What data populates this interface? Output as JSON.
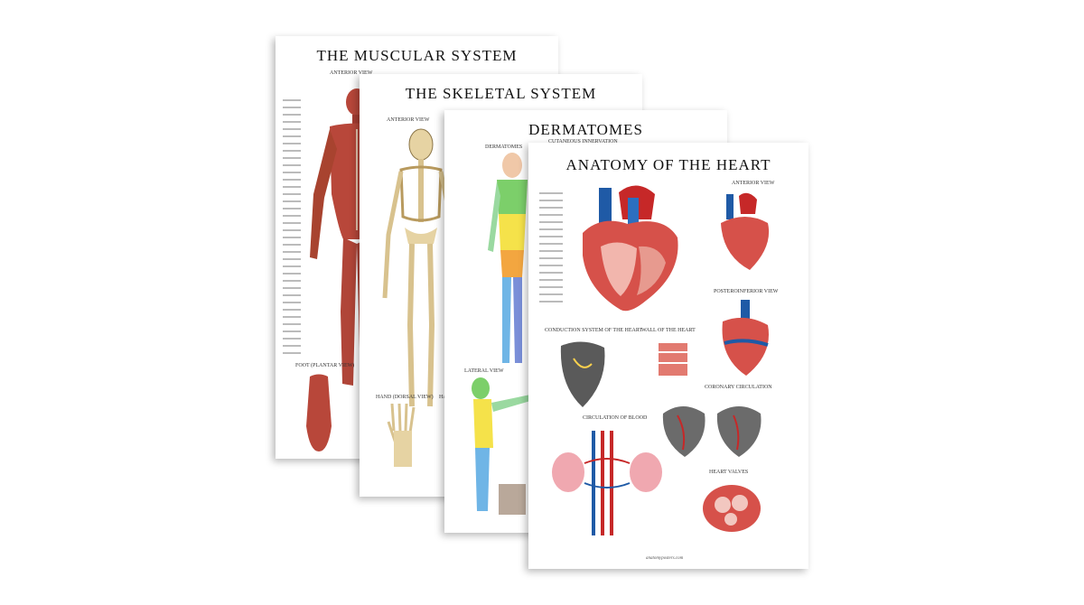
{
  "posters": [
    {
      "id": "muscular",
      "title": "THE MUSCULAR SYSTEM",
      "views": [
        "ANTERIOR VIEW",
        "FOOT (PLANTAR VIEW)"
      ]
    },
    {
      "id": "skeletal",
      "title": "THE SKELETAL SYSTEM",
      "views": [
        "ANTERIOR VIEW",
        "HAND (DORSAL VIEW)",
        "HA"
      ]
    },
    {
      "id": "dermatomes",
      "title": "DERMATOMES",
      "subtitle": "CUTANEOUS INNERVATION",
      "views": [
        "DERMATOMES",
        "LATERAL VIEW"
      ]
    },
    {
      "id": "heart",
      "title": "ANATOMY OF THE HEART",
      "views": [
        "ANTERIOR VIEW",
        "POSTEROINFERIOR VIEW",
        "CONDUCTION SYSTEM OF THE HEART",
        "WALL OF THE HEART",
        "CORONARY CIRCULATION",
        "CIRCULATION OF BLOOD",
        "HEART VALVES"
      ],
      "footer": "anatomyposters.com"
    }
  ],
  "colors": {
    "muscle": "#b8473a",
    "bone": "#e6d3a3",
    "artery": "#c62828",
    "vein": "#1f5aa6",
    "heart": "#d6514a"
  }
}
